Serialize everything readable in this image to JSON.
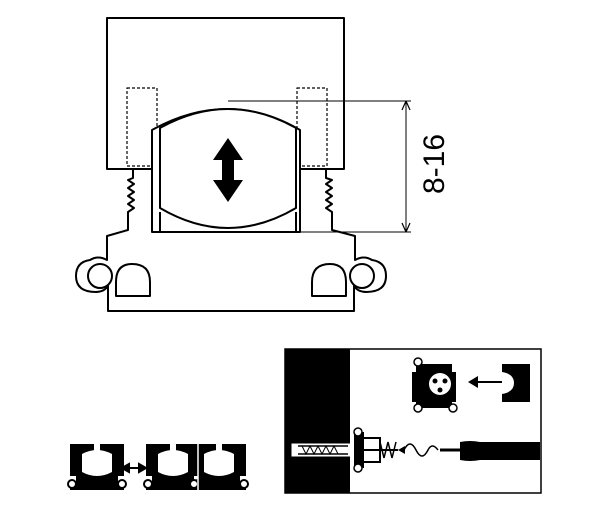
{
  "diagram": {
    "dimension_label": "8-16",
    "colors": {
      "ink": "#000000",
      "paper": "#ffffff"
    },
    "panels": [
      {
        "name": "main-clip-cross-section",
        "icons": [
          "double-arrow-icon",
          "dimension-line"
        ]
      },
      {
        "name": "clip-joining-row",
        "icons": [
          "double-arrow-small-icon"
        ]
      },
      {
        "name": "wall-mount-instructions",
        "icons": [
          "anchor-screw-icon",
          "screwdriver-icon",
          "arrow-left-icon",
          "cap-icon"
        ]
      }
    ]
  }
}
